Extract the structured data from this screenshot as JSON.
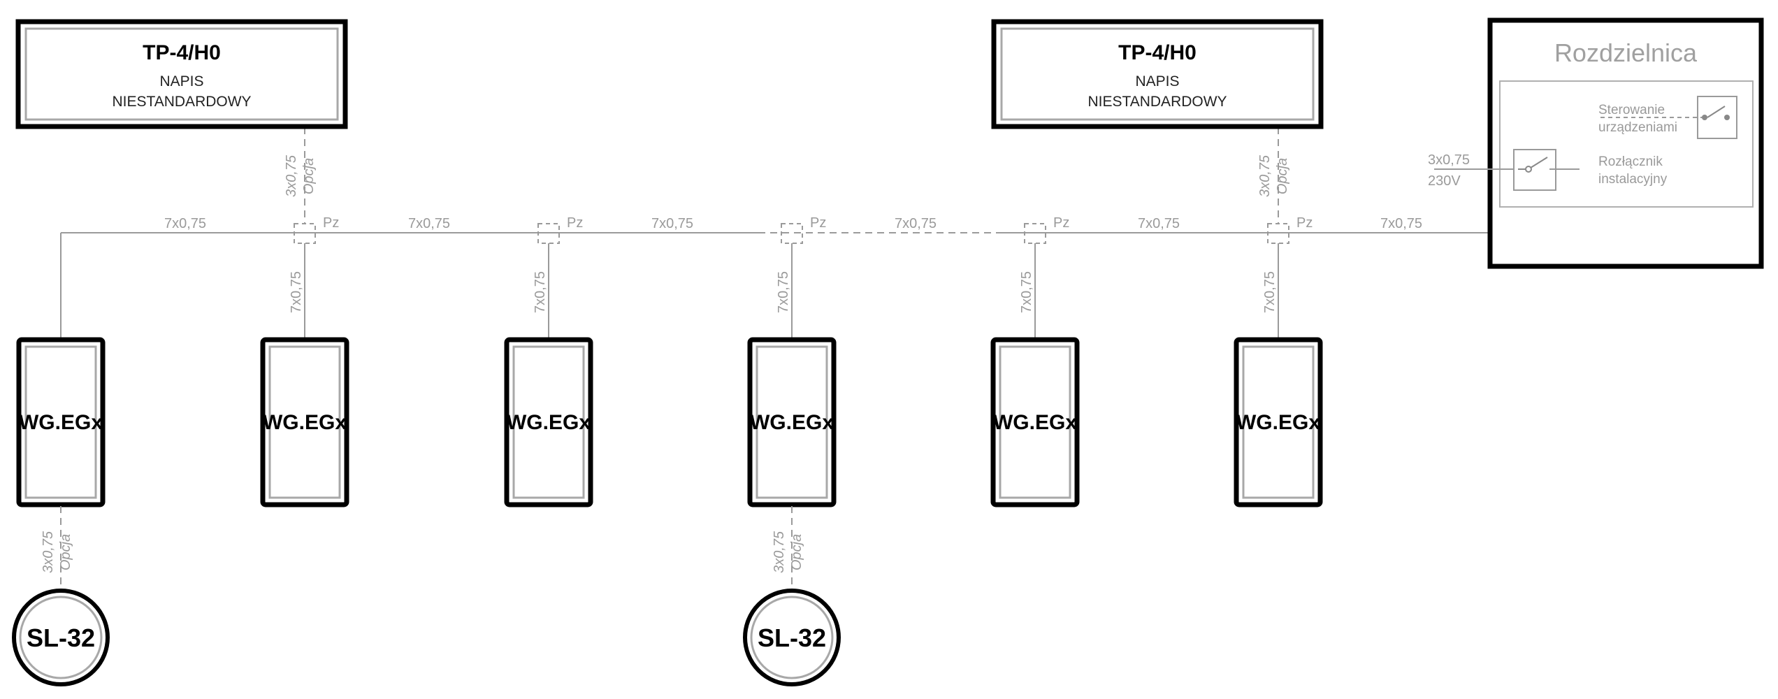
{
  "tp_boxes": [
    {
      "title": "TP-4/H0",
      "line1": "NAPIS",
      "line2": "NIESTANDARDOWY"
    },
    {
      "title": "TP-4/H0",
      "line1": "NAPIS",
      "line2": "NIESTANDARDOWY"
    }
  ],
  "option_cable": {
    "spec": "3x0,75",
    "note": "Opcja"
  },
  "bus_cable": "7x0,75",
  "junction_label": "Pz",
  "wg_units": [
    "WG.EGx",
    "WG.EGx",
    "WG.EGx",
    "WG.EGx",
    "WG.EGx",
    "WG.EGx"
  ],
  "sensors": [
    "SL-32",
    "SL-32"
  ],
  "rozdzielnica": {
    "title": "Rozdzielnica",
    "control_line1": "Sterowanie",
    "control_line2": "urządzeniami",
    "disconnect_line1": "Rozłącznik",
    "disconnect_line2": "instalacyjny",
    "supply_cable": "3x0,75",
    "supply_voltage": "230V"
  }
}
